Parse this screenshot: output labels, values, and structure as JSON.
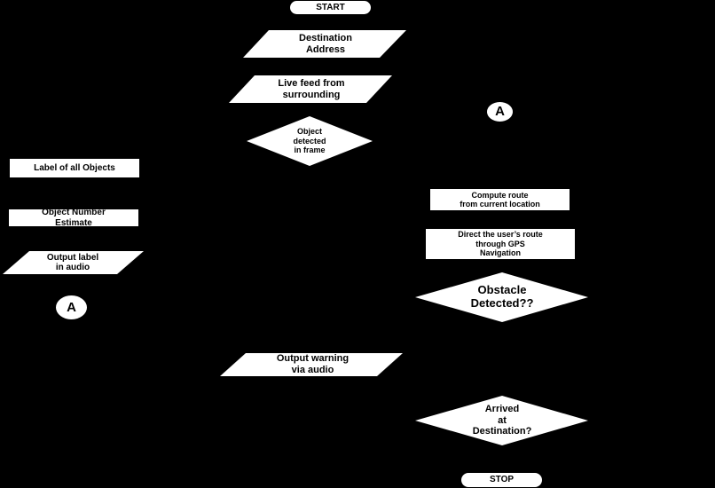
{
  "flowchart": {
    "start": "START",
    "stop": "STOP",
    "destination_address": "Destination\nAddress",
    "live_feed": "Live feed from\nsurrounding",
    "object_detected": "Object\ndetected\nin frame",
    "label_all_objects": "Label of all Objects",
    "object_number_estimate": "Object Number\nEstimate",
    "output_label_audio": "Output label\nin audio",
    "connector_left": "A",
    "connector_right": "A",
    "compute_route": "Compute route\nfrom current location",
    "direct_route": "Direct the user’s route\nthrough GPS\nNavigation",
    "obstacle_detected": "Obstacle\nDetected??",
    "output_warning": "Output warning\nvia audio",
    "arrived_destination": "Arrived\nat\nDestination?"
  },
  "colors": {
    "background": "#000000",
    "shape_fill": "#ffffff",
    "text": "#000000"
  }
}
